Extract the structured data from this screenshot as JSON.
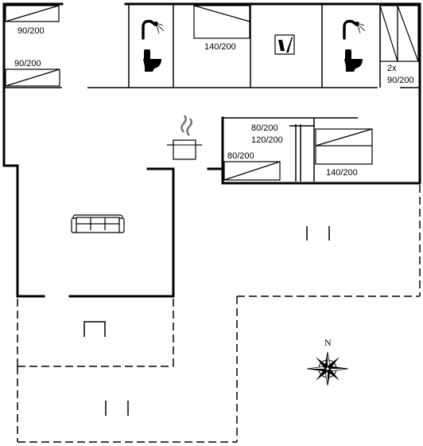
{
  "labels": {
    "bed_top_left": "90/200",
    "bed_left_mid": "90/200",
    "bed_top_center": "140/200",
    "bunk_prefix": "2x",
    "bunk_size": "90/200",
    "bed_80_top": "80/200",
    "bed_120": "120/200",
    "bed_80_left": "80/200",
    "bed_140_right": "140/200"
  },
  "compass": {
    "north_label": "N"
  }
}
